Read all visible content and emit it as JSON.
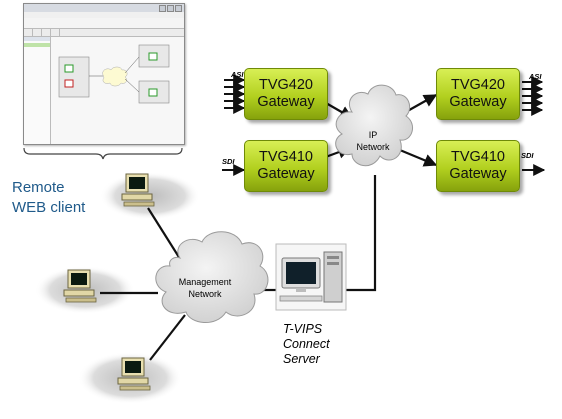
{
  "remote_client_label": [
    "Remote",
    "WEB client"
  ],
  "ip_network_label": [
    "IP",
    "Network"
  ],
  "management_network_label": [
    "Management",
    "Network"
  ],
  "server_label": [
    "T-VIPS",
    "Connect",
    "Server"
  ],
  "gateways": [
    {
      "id": "in420",
      "lines": [
        "TVG420",
        "Gateway"
      ],
      "io": "ASI"
    },
    {
      "id": "in410",
      "lines": [
        "TVG410",
        "Gateway"
      ],
      "io": "SDI"
    },
    {
      "id": "out420",
      "lines": [
        "TVG420",
        "Gateway"
      ],
      "io": "ASI"
    },
    {
      "id": "out410",
      "lines": [
        "TVG410",
        "Gateway"
      ],
      "io": "SDI"
    }
  ],
  "colors": {
    "gateway": "#b2d01f",
    "remote_label": "#1f5a8a",
    "cloud": "#e4e4e4",
    "line": "#1a1a1a"
  },
  "icons": [
    "workstation-icon",
    "server-icon",
    "cloud-icon",
    "arrow-icon",
    "app-screenshot-thumbnail"
  ]
}
